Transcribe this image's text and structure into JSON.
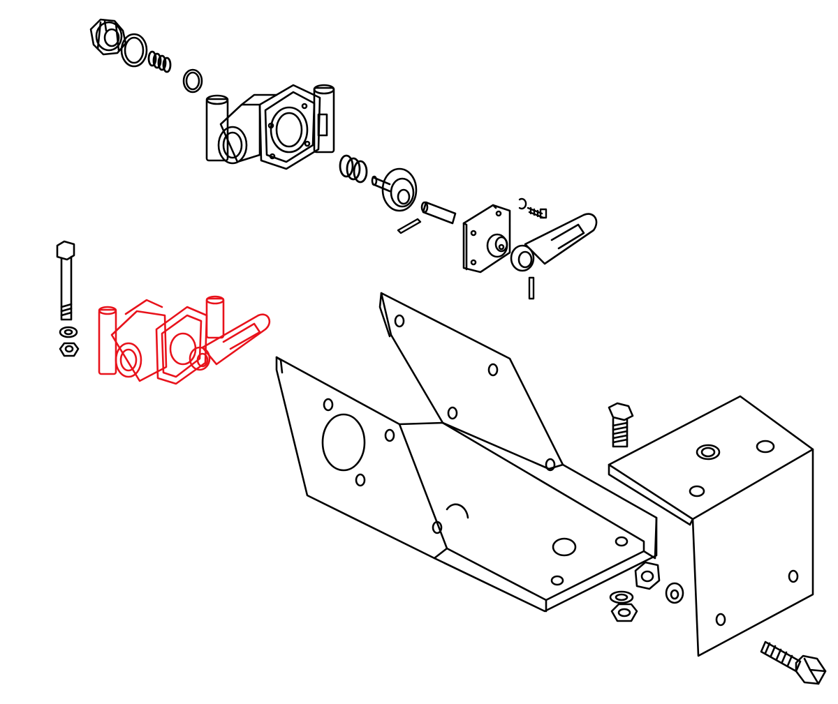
{
  "diagram": {
    "type": "exploded-parts-illustration",
    "colors": {
      "line": "#000000",
      "highlight": "#e8121b",
      "background": "#ffffff",
      "fill": "#ffffff"
    },
    "parts": [
      {
        "id": "cap-nut",
        "icon": "hex-cap-nut-icon"
      },
      {
        "id": "o-ring-large",
        "icon": "o-ring-icon"
      },
      {
        "id": "spring-small",
        "icon": "coil-spring-icon"
      },
      {
        "id": "o-ring-small",
        "icon": "o-ring-icon"
      },
      {
        "id": "valve-body",
        "icon": "valve-body-icon"
      },
      {
        "id": "spring-medium",
        "icon": "coil-spring-icon"
      },
      {
        "id": "valve-stem-disc",
        "icon": "valve-disc-icon"
      },
      {
        "id": "cotter-pin",
        "icon": "cotter-pin-icon"
      },
      {
        "id": "pivot-pin",
        "icon": "pin-icon"
      },
      {
        "id": "cover-plate",
        "icon": "cover-plate-icon"
      },
      {
        "id": "retaining-clip",
        "icon": "clip-icon"
      },
      {
        "id": "set-screw",
        "icon": "screw-icon"
      },
      {
        "id": "handle-lever",
        "icon": "lever-handle-icon"
      },
      {
        "id": "roll-pin",
        "icon": "pin-icon"
      },
      {
        "id": "long-bolt",
        "icon": "bolt-icon"
      },
      {
        "id": "lock-washer-left",
        "icon": "washer-icon"
      },
      {
        "id": "hex-nut-left",
        "icon": "hex-nut-icon"
      },
      {
        "id": "valve-assembly-highlighted",
        "icon": "valve-assembly-icon",
        "highlighted": true
      },
      {
        "id": "mounting-bracket",
        "icon": "bracket-icon"
      },
      {
        "id": "short-bolt-top",
        "icon": "bolt-icon"
      },
      {
        "id": "mounting-block",
        "icon": "block-icon"
      },
      {
        "id": "hex-nut-right",
        "icon": "hex-nut-icon"
      },
      {
        "id": "lock-washer-right",
        "icon": "washer-icon"
      },
      {
        "id": "flat-washer",
        "icon": "washer-icon"
      },
      {
        "id": "hex-nut-bottom",
        "icon": "hex-nut-icon"
      },
      {
        "id": "bolt-bottom-right",
        "icon": "bolt-icon"
      }
    ]
  }
}
